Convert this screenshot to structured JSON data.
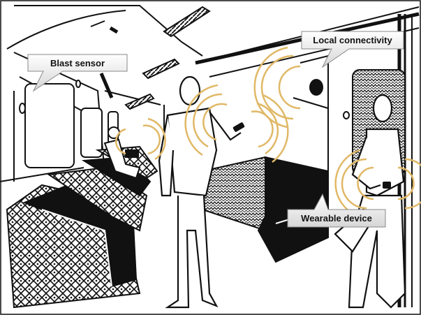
{
  "callouts": {
    "blast_sensor": "Blast sensor",
    "local_connectivity": "Local connectivity",
    "wearable_device": "Wearable device"
  },
  "colors": {
    "signal_waves": "#e0b866",
    "line_art": "#111111",
    "callout_fill_top": "#ffffff",
    "callout_fill_bottom": "#d9d9d9",
    "background": "#ffffff"
  }
}
